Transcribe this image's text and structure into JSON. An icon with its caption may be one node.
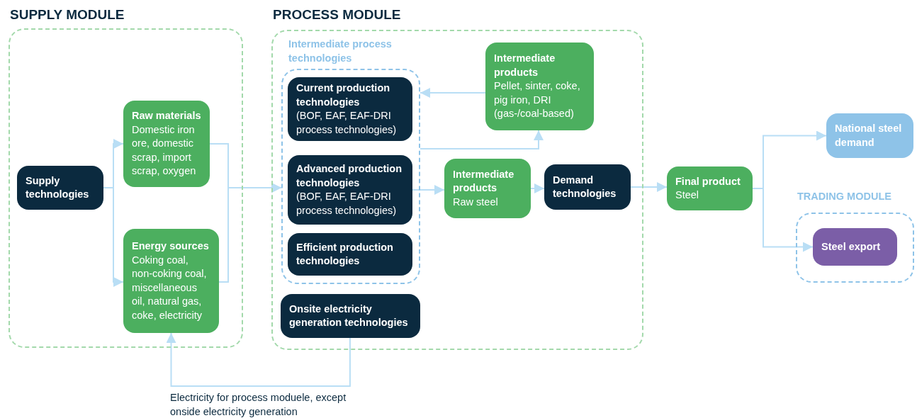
{
  "diagram": {
    "nodes": [
      {
        "text": [
          "SUPPLY MODULE"
        ]
      },
      {
        "text": [
          "Supply technologies"
        ],
        "in": 0
      },
      {
        "text": [
          "Raw materials",
          "Domestic iron ore, domestic scrap, import scrap, oxygen"
        ],
        "in": 0
      },
      {
        "text": [
          "Energy sources",
          "Coking coal, non-coking coal, miscellaneous oil, natural gas, coke, electricity"
        ],
        "in": 0
      },
      {
        "text": [
          "PROCESS MODULE"
        ]
      },
      {
        "text": [
          "Intermediate process technologies"
        ],
        "in": 4
      },
      {
        "text": [
          "Current production technologies",
          "(BOF, EAF, EAF-DRI process technologies)"
        ],
        "in": 5
      },
      {
        "text": [
          "Advanced production technologies",
          "(BOF, EAF, EAF-DRI process technologies)"
        ],
        "in": 5
      },
      {
        "text": [
          "Efficient production technologies"
        ],
        "in": 5
      },
      {
        "text": [
          "Onsite electricity generation technologies"
        ],
        "in": 4
      },
      {
        "text": [
          "Intermediate products",
          "Pellet, sinter, coke, pig iron, DRI (gas-/coal-based)"
        ],
        "in": 4
      },
      {
        "text": [
          "Intermediate products",
          "Raw steel"
        ],
        "in": 4
      },
      {
        "text": [
          "Demand technologies"
        ],
        "in": 4
      },
      {
        "text": [
          "Final product",
          "Steel"
        ]
      },
      {
        "text": [
          "National steel demand"
        ]
      },
      {
        "text": [
          "TRADING MODULE"
        ]
      },
      {
        "text": [
          "Steel export"
        ],
        "in": 15
      }
    ],
    "edges": [
      {
        "from": 1,
        "to": 2,
        "arrow": "to"
      },
      {
        "from": 1,
        "to": 3,
        "arrow": "to"
      },
      {
        "from": 2,
        "to": 5,
        "arrow": "to"
      },
      {
        "from": 3,
        "to": 5,
        "arrow": "to"
      },
      {
        "from": 5,
        "to": 10,
        "arrow": "to"
      },
      {
        "from": 10,
        "to": 5,
        "arrow": "to"
      },
      {
        "from": 7,
        "to": 11,
        "arrow": "to"
      },
      {
        "from": 11,
        "to": 12,
        "arrow": "to"
      },
      {
        "from": 12,
        "to": 13,
        "arrow": "to"
      },
      {
        "from": 13,
        "to": 14,
        "arrow": "to"
      },
      {
        "from": 13,
        "to": 16,
        "arrow": "to"
      },
      {
        "from": 9,
        "to": 3,
        "arrow": "to",
        "label": "Electricity for process moduele, except onside electricity generation"
      }
    ]
  }
}
